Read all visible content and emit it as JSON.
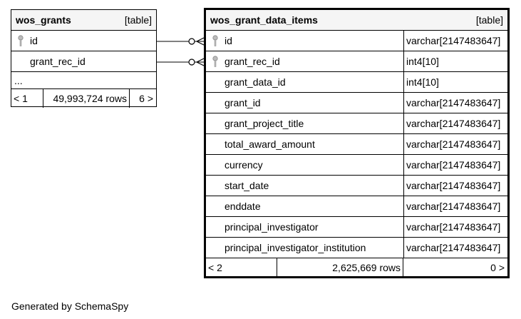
{
  "tables": {
    "grants": {
      "name": "wos_grants",
      "kind": "[table]",
      "columns": [
        {
          "name": "id",
          "key_icon": "key-icon"
        },
        {
          "name": "grant_rec_id"
        }
      ],
      "ellipsis": "...",
      "footer": {
        "parents": "< 1",
        "rows": "49,993,724 rows",
        "children": "6 >"
      }
    },
    "items": {
      "name": "wos_grant_data_items",
      "kind": "[table]",
      "columns": [
        {
          "name": "id",
          "type": "varchar[2147483647]",
          "key_icon": "key-icon"
        },
        {
          "name": "grant_rec_id",
          "type": "int4[10]",
          "key_icon": "key-icon"
        },
        {
          "name": "grant_data_id",
          "type": "int4[10]"
        },
        {
          "name": "grant_id",
          "type": "varchar[2147483647]"
        },
        {
          "name": "grant_project_title",
          "type": "varchar[2147483647]"
        },
        {
          "name": "total_award_amount",
          "type": "varchar[2147483647]"
        },
        {
          "name": "currency",
          "type": "varchar[2147483647]"
        },
        {
          "name": "start_date",
          "type": "varchar[2147483647]"
        },
        {
          "name": "enddate",
          "type": "varchar[2147483647]"
        },
        {
          "name": "principal_investigator",
          "type": "varchar[2147483647]"
        },
        {
          "name": "principal_investigator_institution",
          "type": "varchar[2147483647]"
        }
      ],
      "footer": {
        "parents": "< 2",
        "rows": "2,625,669 rows",
        "children": "0 >"
      }
    }
  },
  "relations": [
    {
      "from": "wos_grants.id",
      "to": "wos_grant_data_items.id",
      "notation": "zero-or-many"
    },
    {
      "from": "wos_grants.grant_rec_id",
      "to": "wos_grant_data_items.grant_rec_id",
      "notation": "zero-or-many"
    }
  ],
  "footer_note": "Generated by SchemaSpy"
}
